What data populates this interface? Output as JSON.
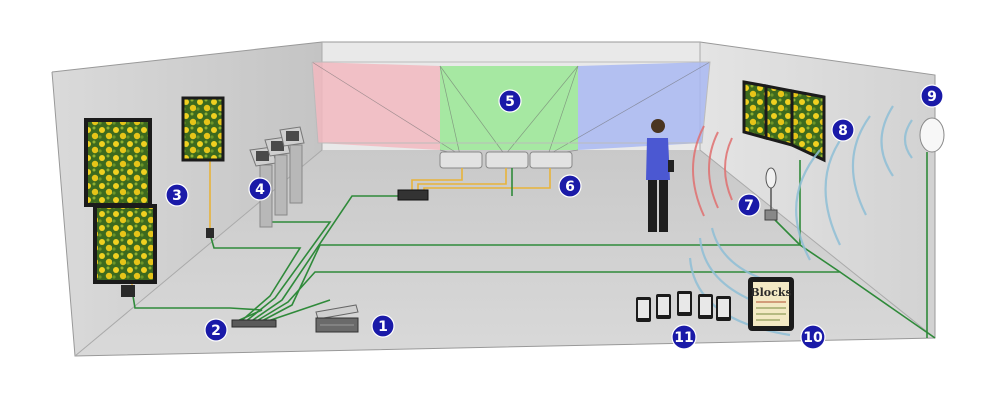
{
  "diagram": {
    "colors": {
      "badge": "#1a1aa8",
      "cable": "#2f8a3a",
      "cable_yellow": "#e8b33a",
      "wave_red": "#e07070",
      "wave_blue": "#8fbfd6",
      "proj_red": "#f2b8c0",
      "proj_green": "#9fe89a",
      "proj_blue": "#a9b8f2"
    },
    "badges": [
      {
        "id": "1",
        "label": "1",
        "target": "media-server"
      },
      {
        "id": "2",
        "label": "2",
        "target": "network-switch"
      },
      {
        "id": "3",
        "label": "3",
        "target": "wall-displays"
      },
      {
        "id": "4",
        "label": "4",
        "target": "kiosk-terminals"
      },
      {
        "id": "5",
        "label": "5",
        "target": "projection-screen"
      },
      {
        "id": "6",
        "label": "6",
        "target": "projector-controller"
      },
      {
        "id": "7",
        "label": "7",
        "target": "directional-speaker"
      },
      {
        "id": "8",
        "label": "8",
        "target": "video-wall"
      },
      {
        "id": "9",
        "label": "9",
        "target": "wireless-access-point"
      },
      {
        "id": "10",
        "label": "10",
        "target": "tablet"
      },
      {
        "id": "11",
        "label": "11",
        "target": "smartphones"
      }
    ],
    "tablet_title": "Blocks"
  }
}
